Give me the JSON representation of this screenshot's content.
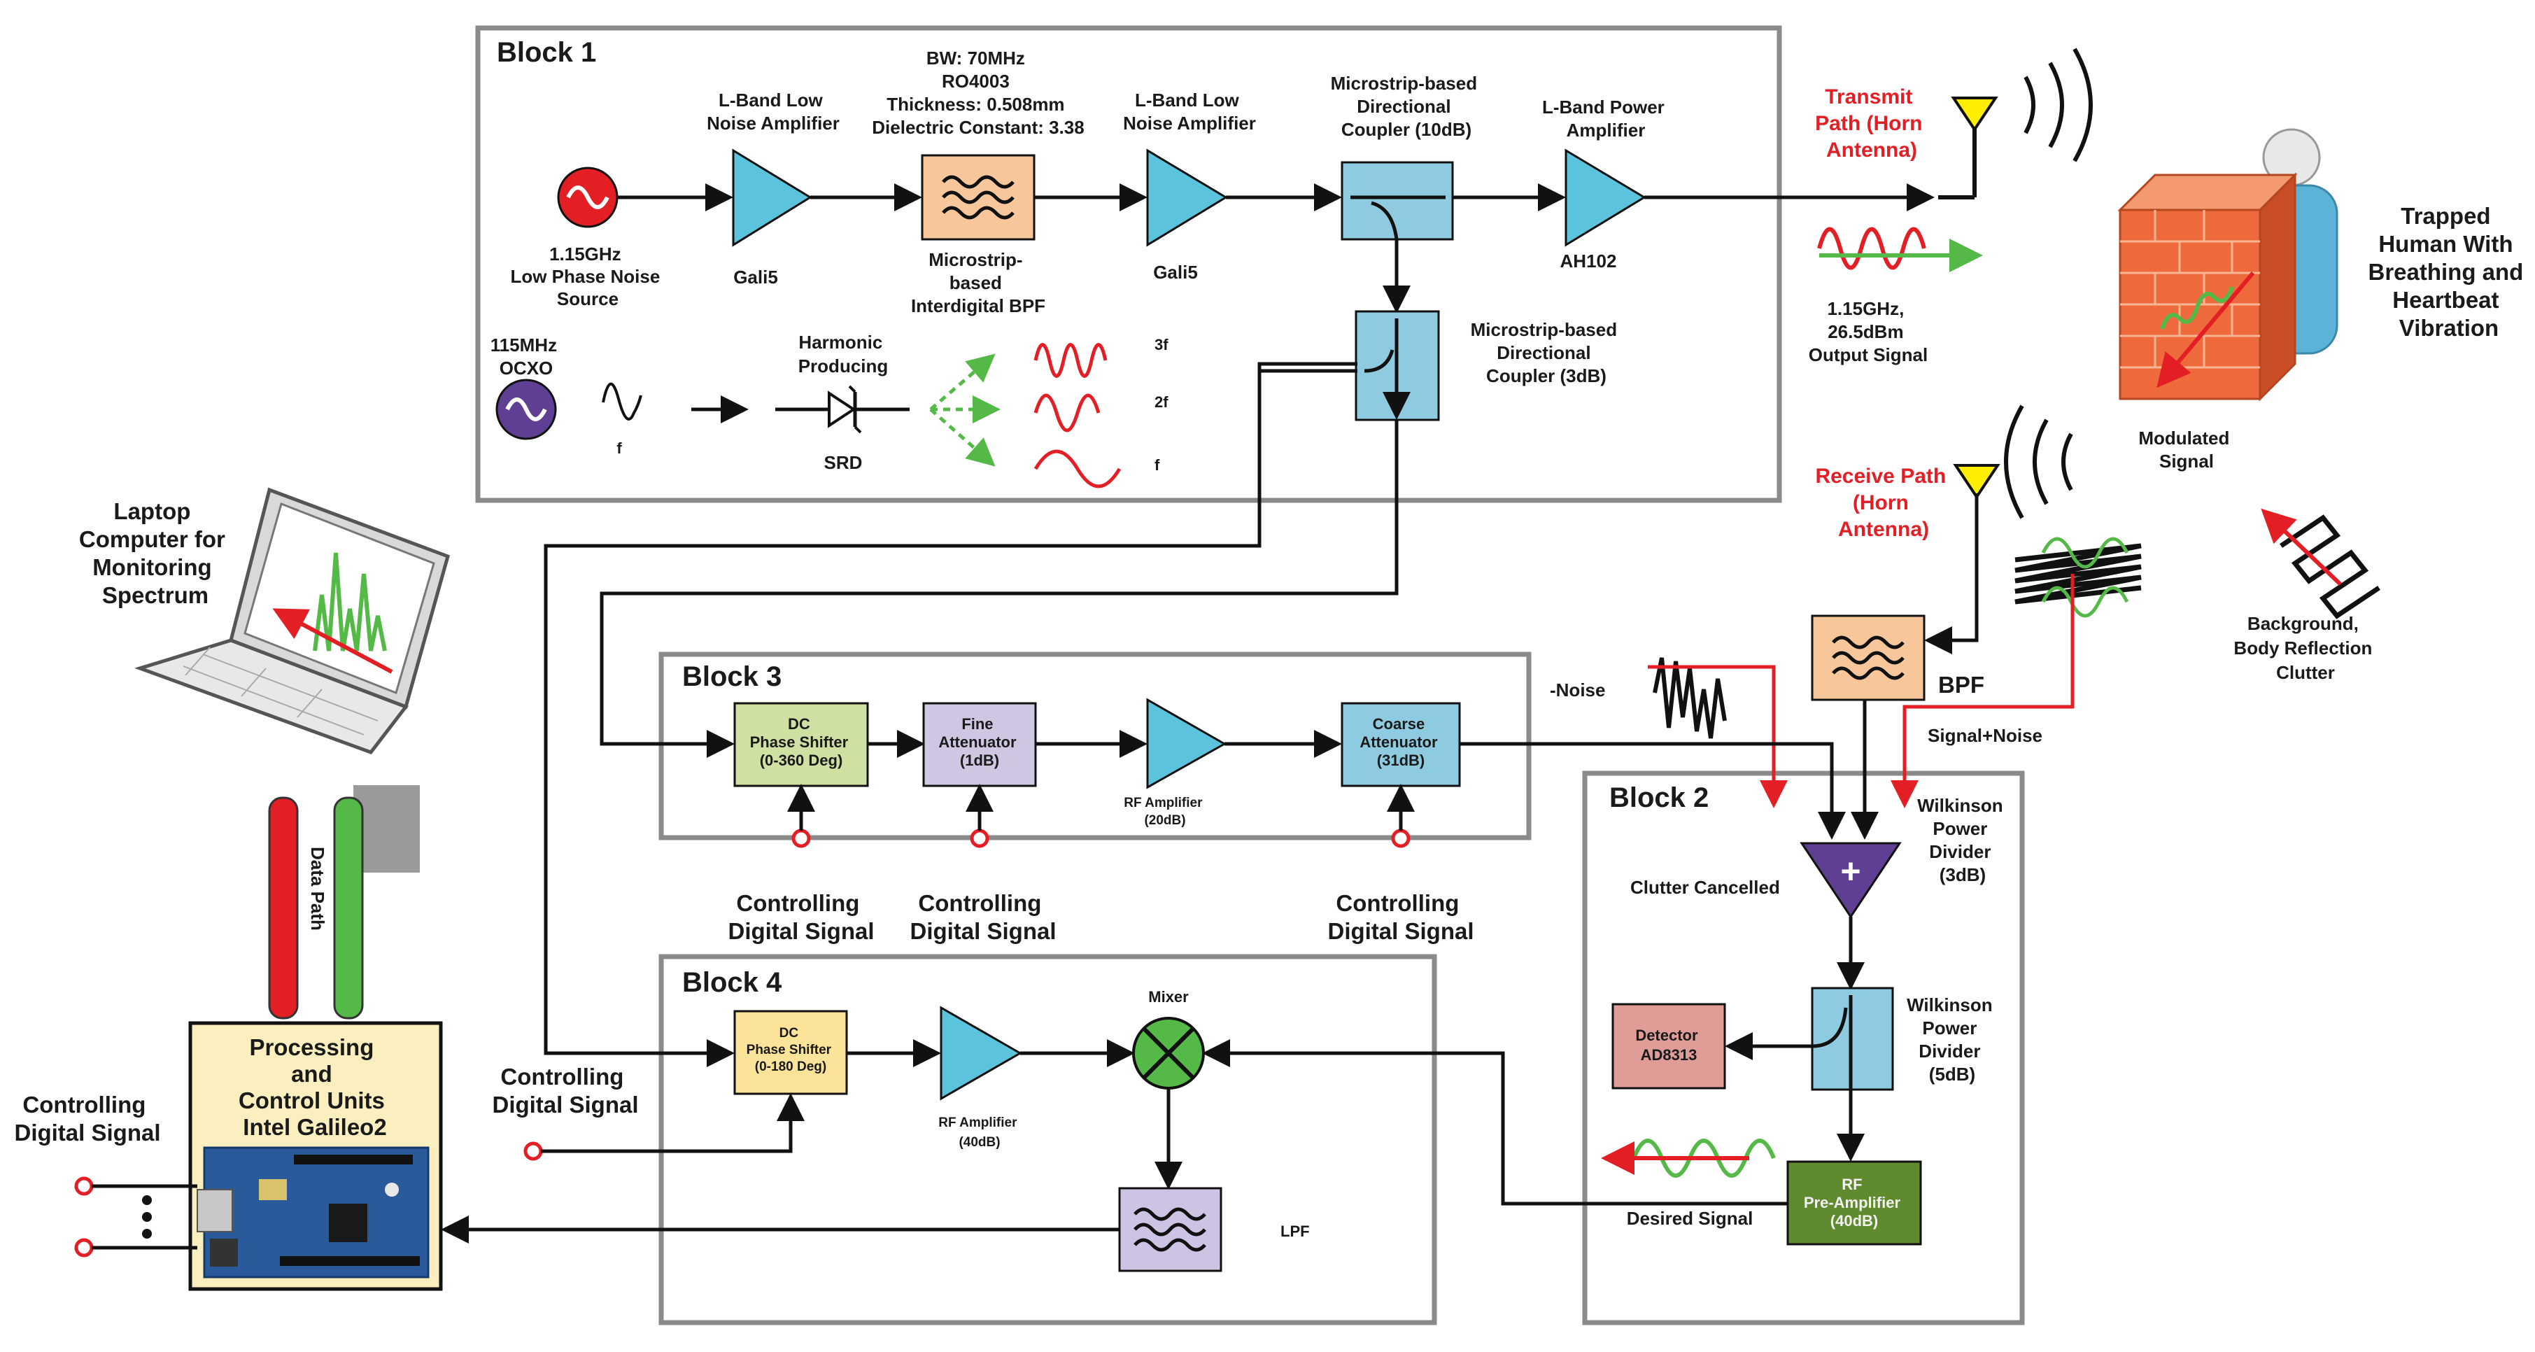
{
  "blocks": {
    "block1": "Block 1",
    "block2": "Block 2",
    "block3": "Block 3",
    "block4": "Block 4"
  },
  "block1": {
    "source_label": [
      "1.15GHz",
      "Low Phase Noise",
      "Source"
    ],
    "lna1_label": [
      "L-Band Low",
      "Noise Amplifier"
    ],
    "lna1_part": "Gali5",
    "bpf_spec": [
      "BW: 70MHz",
      "RO4003",
      "Thickness: 0.508mm",
      "Dielectric Constant: 3.38"
    ],
    "bpf_label": [
      "Microstrip-",
      "based",
      "Interdigital BPF"
    ],
    "lna2_label": [
      "L-Band Low",
      "Noise Amplifier"
    ],
    "lna2_part": "Gali5",
    "coupler10_label": [
      "Microstrip-based",
      "Directional",
      "Coupler (10dB)"
    ],
    "pa_label": [
      "L-Band Power",
      "Amplifier"
    ],
    "pa_part": "AH102",
    "coupler3_label": [
      "Microstrip-based",
      "Directional",
      "Coupler (3dB)"
    ],
    "ocxo_label": [
      "115MHz",
      "OCXO"
    ],
    "f_label": "f",
    "harmonic_label": [
      "Harmonic",
      "Producing"
    ],
    "srd_label": "SRD",
    "harmonics": [
      "3f",
      "2f",
      "f"
    ]
  },
  "transmit": {
    "path_label": [
      "Transmit",
      "Path (Horn",
      "Antenna)"
    ],
    "output_label": [
      "1.15GHz,",
      "26.5dBm",
      "Output Signal"
    ]
  },
  "target": {
    "label": [
      "Trapped",
      "Human With",
      "Breathing and",
      "Heartbeat",
      "Vibration"
    ],
    "modulated_label": [
      "Modulated",
      "Signal"
    ],
    "clutter_label": [
      "Background,",
      "Body Reflection",
      "Clutter"
    ]
  },
  "receive": {
    "path_label": [
      "Receive Path",
      "(Horn",
      "Antenna)"
    ],
    "bpf_label": "BPF",
    "signal_noise_label": "Signal+Noise",
    "noise_label": "-Noise"
  },
  "block2": {
    "wilkinson3_label": [
      "Wilkinson",
      "Power",
      "Divider",
      "(3dB)"
    ],
    "clutter_cancelled_label": "Clutter Cancelled",
    "wilkinson5_label": [
      "Wilkinson",
      "Power",
      "Divider",
      "(5dB)"
    ],
    "detector_label": [
      "Detector",
      "AD8313"
    ],
    "preamp_label": [
      "RF",
      "Pre-Amplifier",
      "(40dB)"
    ],
    "desired_label": "Desired Signal"
  },
  "block3": {
    "phase_shifter_label": [
      "DC",
      "Phase Shifter",
      "(0-360 Deg)"
    ],
    "fine_att_label": [
      "Fine",
      "Attenuator",
      "(1dB)"
    ],
    "rf_amp_label": [
      "RF Amplifier",
      "(20dB)"
    ],
    "coarse_att_label": [
      "Coarse",
      "Attenuator",
      "(31dB)"
    ],
    "control_label": [
      "Controlling",
      "Digital Signal"
    ]
  },
  "block4": {
    "phase_shifter_label": [
      "DC",
      "Phase Shifter",
      "(0-180 Deg)"
    ],
    "rf_amp_label": [
      "RF Amplifier",
      "(40dB)"
    ],
    "mixer_label": "Mixer",
    "lpf_label": "LPF",
    "control_label": [
      "Controlling",
      "Digital Signal"
    ]
  },
  "processing": {
    "label": [
      "Processing",
      "and",
      "Control Units",
      "Intel Galileo2"
    ],
    "data_path_label": "Data Path",
    "laptop_label": [
      "Laptop",
      "Computer for",
      "Monitoring",
      "Spectrum"
    ],
    "control_label": [
      "Controlling",
      "Digital Signal"
    ]
  },
  "colors": {
    "amp_cyan": "#5bc4dc",
    "bpf_orange": "#f7c79b",
    "phase_green": "#cfe0a3",
    "atten_lilac": "#cfc6e2",
    "coupler_blue": "#8fcbe0",
    "detector_pink": "#e09c96",
    "preamp_green": "#5f8a2d",
    "ps4_yellow": "#fbe49a",
    "lpf_lilac": "#cdc4e4",
    "signal_red": "#e31e24",
    "signal_green": "#55b947",
    "ocxo_purple": "#5e3f94",
    "block_gray": "#8a8a8a"
  }
}
